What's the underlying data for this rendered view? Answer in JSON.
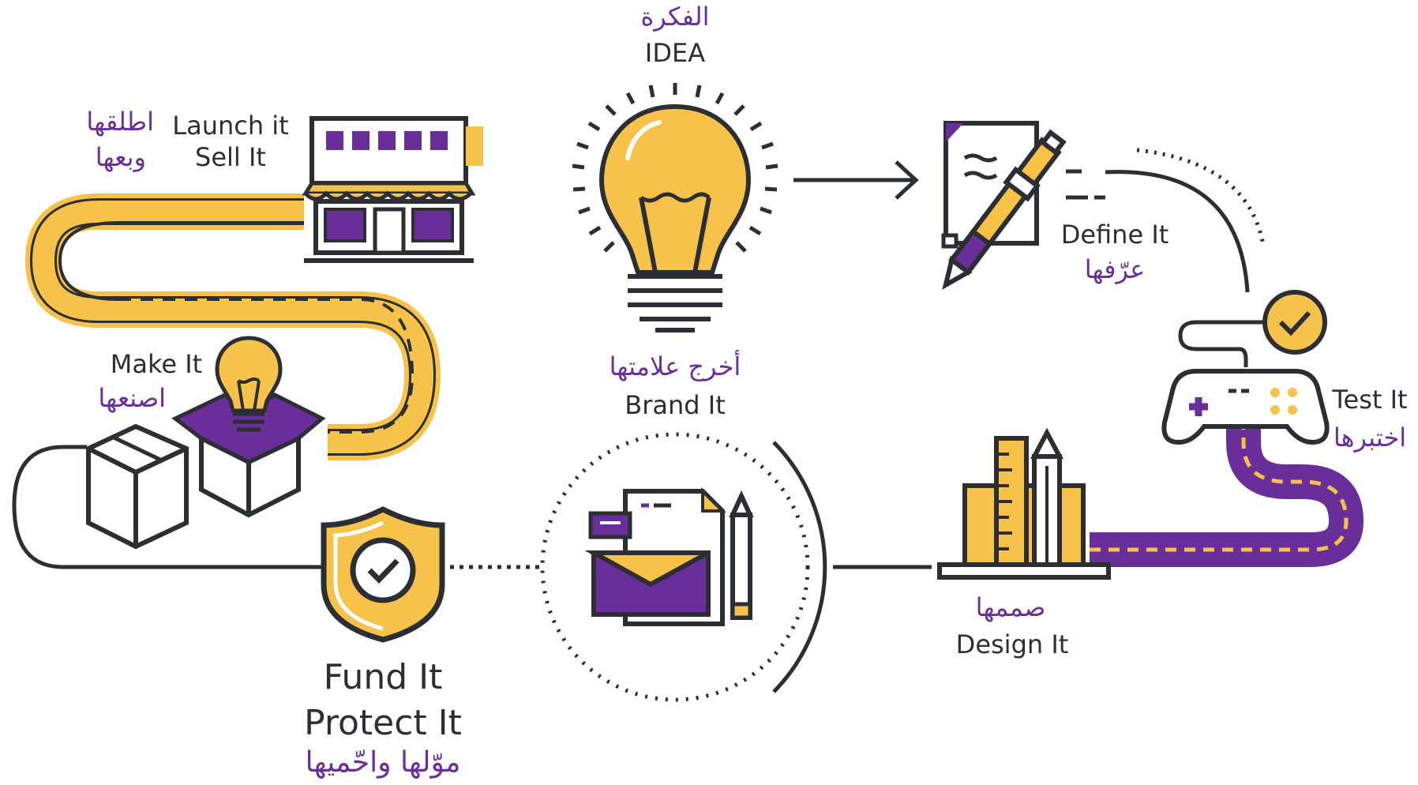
{
  "colors": {
    "yellow": "#F6C24A",
    "purple": "#6A2E9A",
    "dark": "#2B2E33",
    "white": "#FFFFFF"
  },
  "labels": {
    "idea_ar": "الفكرة",
    "idea_en": "IDEA",
    "launch_ar_1": "اطلقها",
    "launch_ar_2": "وبعها",
    "launch_en_1": "Launch it",
    "launch_en_2": "Sell It",
    "make_en": "Make It",
    "make_ar": "اصنعها",
    "brand_ar": "أخرج علامتها",
    "brand_en": "Brand It",
    "define_en": "Define It",
    "define_ar": "عرّفها",
    "test_en": "Test It",
    "test_ar": "اختبرها",
    "design_ar": "صممها",
    "design_en": "Design It",
    "fund_en_1": "Fund It",
    "fund_en_2": "Protect It",
    "fund_ar": "موّلها واحّميها"
  },
  "icons": {
    "idea": "lightbulb-icon",
    "define": "document-pen-icon",
    "test": "gamepad-check-icon",
    "design": "laptop-ruler-pencil-icon",
    "brand": "envelope-letter-pencil-icon",
    "fund": "shield-check-icon",
    "make": "boxes-lightbulb-icon",
    "launch": "storefront-icon"
  }
}
